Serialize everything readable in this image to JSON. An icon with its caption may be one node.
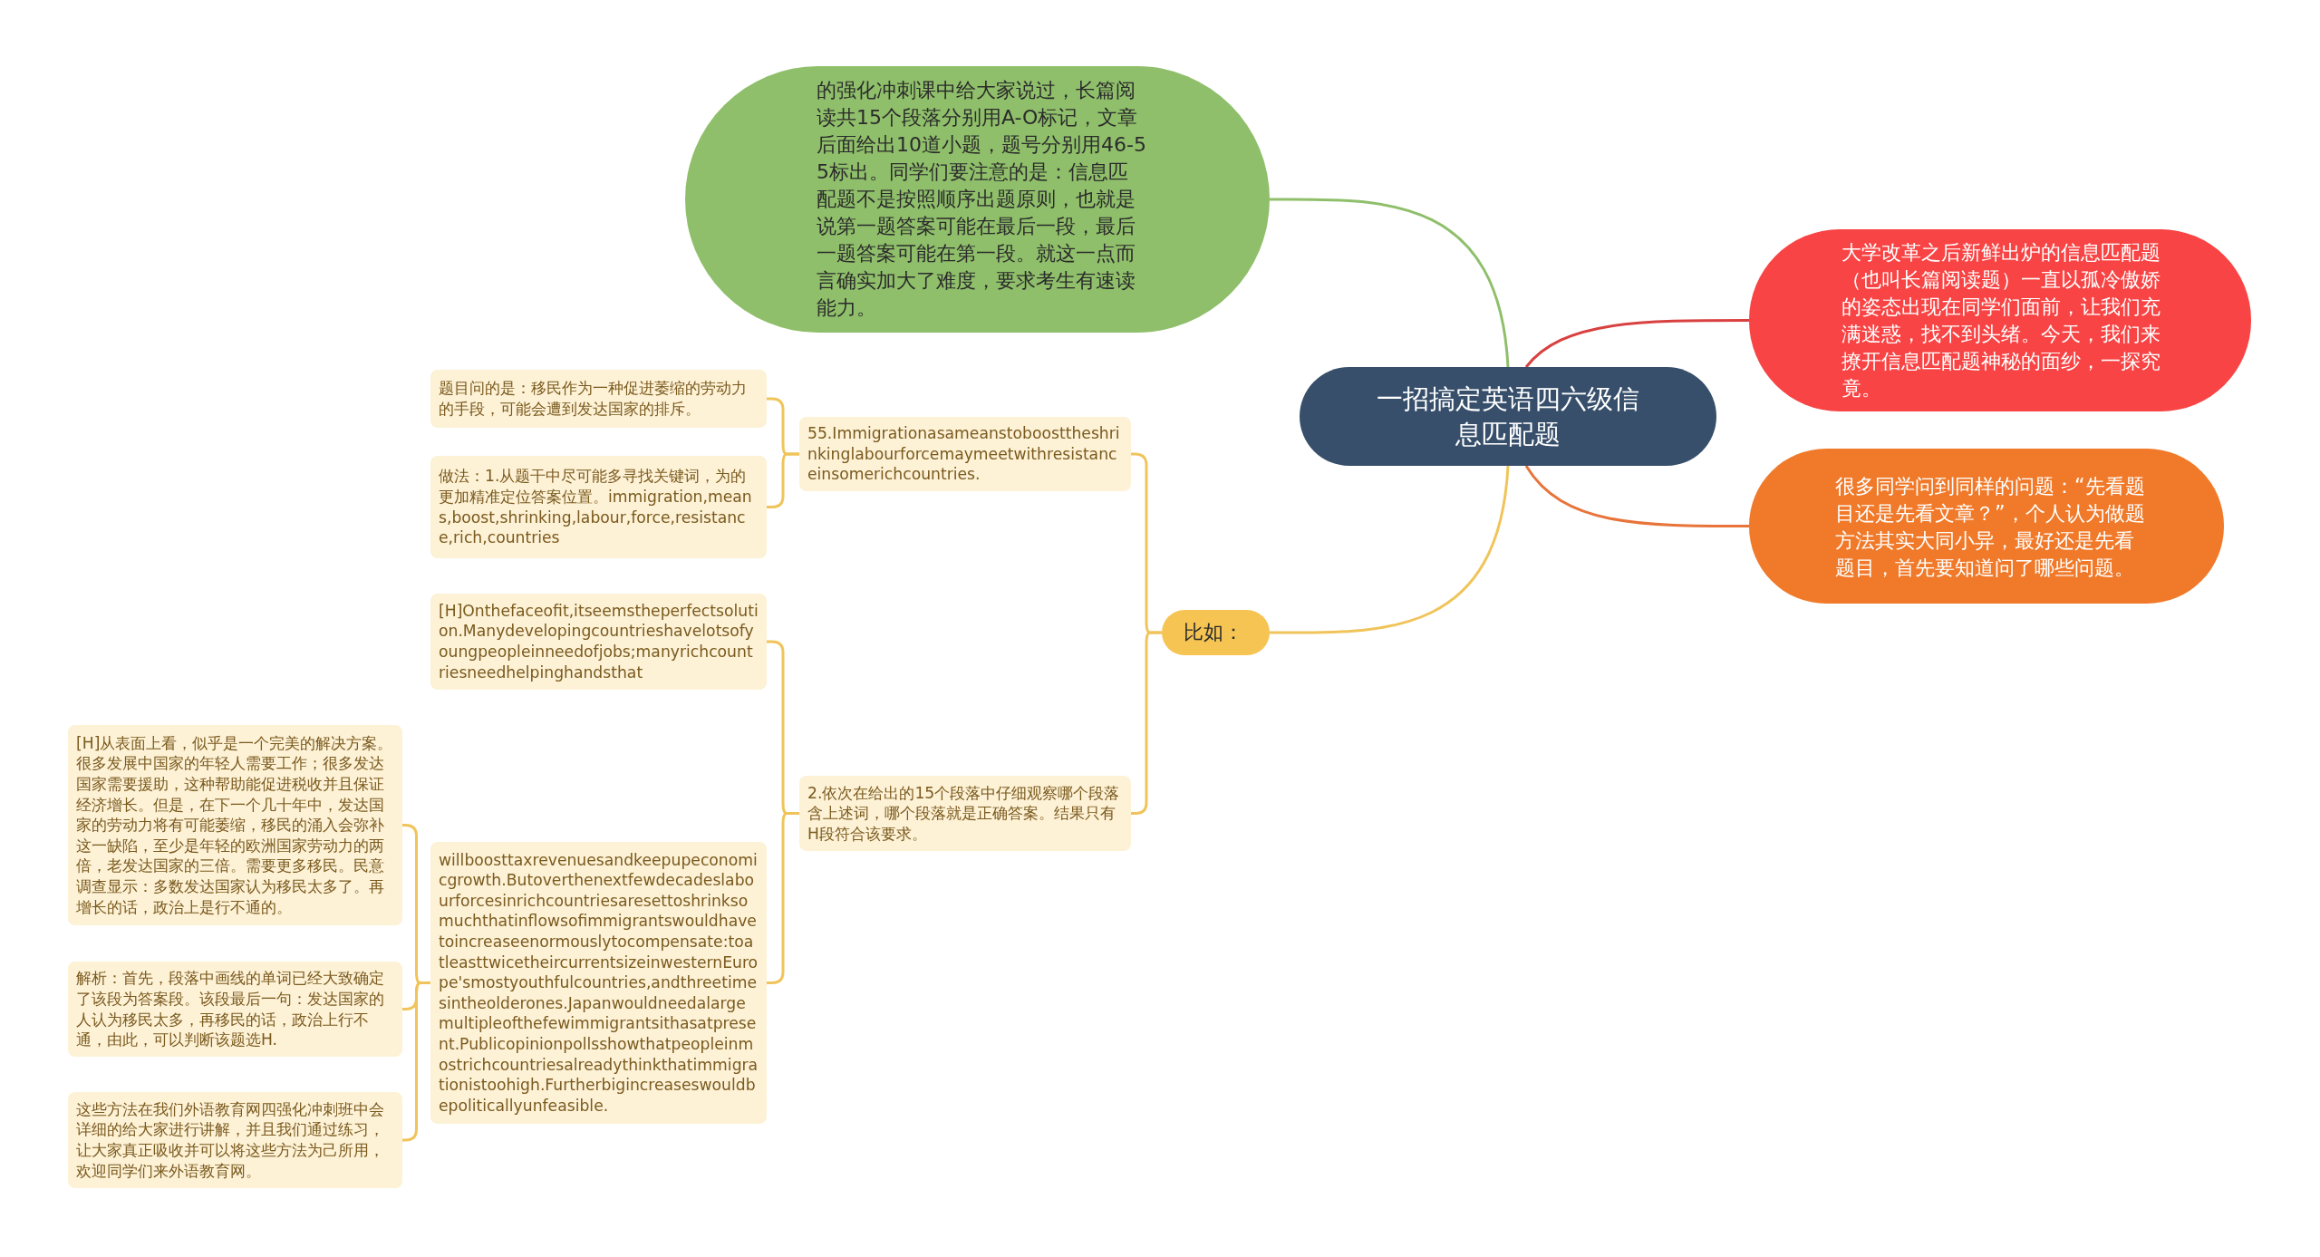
{
  "diagram": {
    "nodes": [
      {
        "text": [
          "一招搞定英语四六级信息匹配题"
        ]
      },
      {
        "text": [
          "的强化冲刺课中给大家说过，长篇阅读共15个段落分别用A-O标记，文章后面给出10道小题，题号分别用46-55标出。同学们要注意的是：信息匹配题不是按照顺序出题原则，也就是说第一题答案可能在最后一段，最后一题答案可能在第一段。就这一点而言确实加大了难度，要求考生有速读能力。"
        ]
      },
      {
        "text": [
          "大学改革之后新鲜出炉的信息匹配题（也叫长篇阅读题）一直以孤冷傲娇的姿态出现在同学们面前，让我们充满迷惑，找不到头绪。今天，我们来撩开信息匹配题神秘的面纱，一探究竟。"
        ]
      },
      {
        "text": [
          "很多同学问到同样的问题：“先看题目还是先看文章？”，个人认为做题方法其实大同小异，最好还是先看题目，首先要知道问了哪些问题。"
        ]
      },
      {
        "text": [
          "比如："
        ]
      },
      {
        "text": [
          "55.Immigrationasameanstoboosttheshrinkinglabourforcemaymeetwithresistanceinsomerichcountries."
        ]
      },
      {
        "text": [
          "2.依次在给出的15个段落中仔细观察哪个段落含上述词，哪个段落就是正确答案。结果只有H段符合该要求。"
        ]
      },
      {
        "text": [
          "题目问的是：移民作为一种促进萎缩的劳动力的手段，可能会遭到发达国家的排斥。"
        ]
      },
      {
        "text": [
          "做法：1.从题干中尽可能多寻找关键词，为的更加精准定位答案位置。immigration,means,boost,shrinking,labour,force,resistance,rich,countries"
        ]
      },
      {
        "text": [
          "[H]Onthefaceofit,itseemstheperfectsolution.Manydevelopingcountrieshavelotsofyoungpeopleinneedofjobs;manyrichcountriesneedhelpinghandsthat"
        ]
      },
      {
        "text": [
          "willboosttaxrevenuesandkeepupeconomicgrowth.Butoverthenextfewdecadeslabourforcesinrichcountriesaresettoshrinksomuchthatinflowsofimmigrantswouldhavetoincreaseenormouslytocompensate:toatleasttwicetheircurrentsizeinwesternEurope'smostyouthfulcountries,andthreetimesintheolderones.Japanwouldneedalargemultipleofthefewimmigrantsithasatpresent.Publicopinionpollsshowthatpeopleinmostrichcountriesalreadythinkthatimmigrationistoohigh.Furtherbigincreaseswouldbepoliticallyunfeasible."
        ]
      },
      {
        "text": [
          "[H]从表面上看，似乎是一个完美的解决方案。很多发展中国家的年轻人需要工作；很多发达国家需要援助，这种帮助能促进税收并且保证经济增长。但是，在下一个几十年中，发达国家的劳动力将有可能萎缩，移民的涌入会弥补这一缺陷，至少是年轻的欧洲国家劳动力的两倍，老发达国家的三倍。需要更多移民。民意调查显示：多数发达国家认为移民太多了。再增长的话，政治上是行不通的。"
        ]
      },
      {
        "text": [
          "解析：首先，段落中画线的单词已经大致确定了该段为答案段。该段最后一句：发达国家的人认为移民太多，再移民的话，政治上行不通，由此，可以判断该题选H."
        ]
      },
      {
        "text": [
          "这些方法在我们外语教育网四强化冲刺班中会详细的给大家进行讲解，并且我们通过练习，让大家真正吸收并可以将这些方法为己所用，欢迎同学们来外语教育网。"
        ]
      }
    ],
    "edges": [
      {
        "from": 0,
        "to": 1,
        "arrow": "none",
        "color": "#8fbf6a"
      },
      {
        "from": 0,
        "to": 2,
        "arrow": "none",
        "color": "#d94040"
      },
      {
        "from": 0,
        "to": 3,
        "arrow": "none",
        "color": "#e8743a"
      },
      {
        "from": 0,
        "to": 4,
        "arrow": "none"
      },
      {
        "from": 4,
        "to": 5,
        "arrow": "none"
      },
      {
        "from": 4,
        "to": 6,
        "arrow": "none"
      },
      {
        "from": 5,
        "to": 7,
        "arrow": "none"
      },
      {
        "from": 5,
        "to": 8,
        "arrow": "none"
      },
      {
        "from": 6,
        "to": 9,
        "arrow": "none"
      },
      {
        "from": 6,
        "to": 10,
        "arrow": "none"
      },
      {
        "from": 10,
        "to": 11,
        "arrow": "none"
      },
      {
        "from": 10,
        "to": 12,
        "arrow": "none"
      },
      {
        "from": 10,
        "to": 13,
        "arrow": "none"
      }
    ]
  }
}
